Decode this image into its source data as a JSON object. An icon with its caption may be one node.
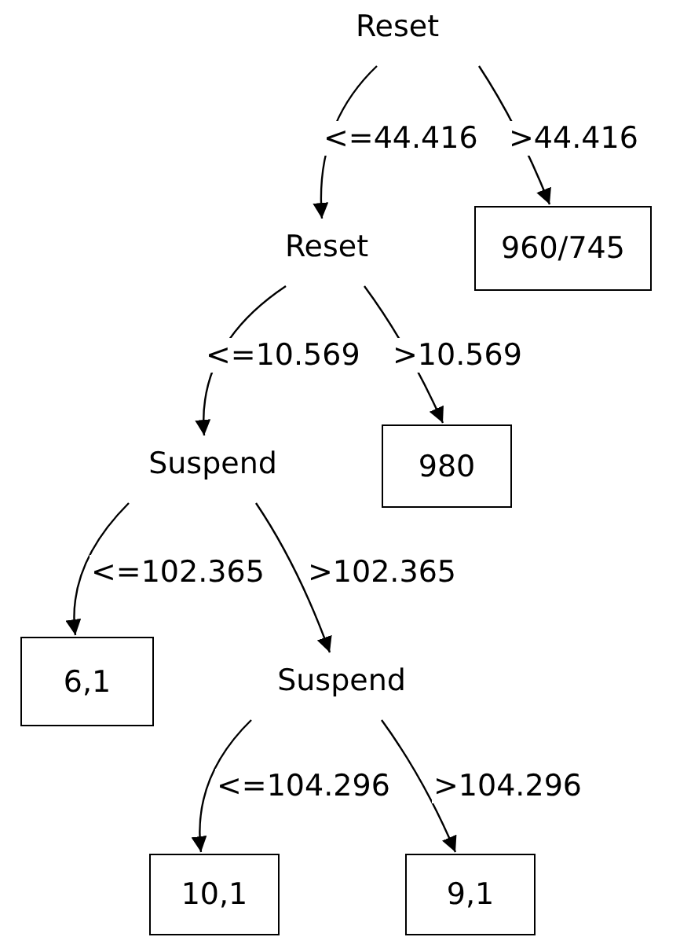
{
  "diagram": {
    "nodes": [
      {
        "text": [
          "Reset"
        ]
      },
      {
        "text": [
          "960/745"
        ]
      },
      {
        "text": [
          "Reset"
        ]
      },
      {
        "text": [
          "980"
        ]
      },
      {
        "text": [
          "Suspend"
        ]
      },
      {
        "text": [
          "6,1"
        ]
      },
      {
        "text": [
          "Suspend"
        ]
      },
      {
        "text": [
          "10,1"
        ]
      },
      {
        "text": [
          "9,1"
        ]
      }
    ],
    "edges": [
      {
        "from": 0,
        "to": 2,
        "arrow": "to",
        "label": "<=44.416"
      },
      {
        "from": 0,
        "to": 1,
        "arrow": "to",
        "label": ">44.416"
      },
      {
        "from": 2,
        "to": 4,
        "arrow": "to",
        "label": "<=10.569"
      },
      {
        "from": 2,
        "to": 3,
        "arrow": "to",
        "label": ">10.569"
      },
      {
        "from": 4,
        "to": 5,
        "arrow": "to",
        "label": "<=102.365"
      },
      {
        "from": 4,
        "to": 6,
        "arrow": "to",
        "label": ">102.365"
      },
      {
        "from": 6,
        "to": 7,
        "arrow": "to",
        "label": "<=104.296"
      },
      {
        "from": 6,
        "to": 8,
        "arrow": "to",
        "label": ">104.296"
      }
    ]
  }
}
